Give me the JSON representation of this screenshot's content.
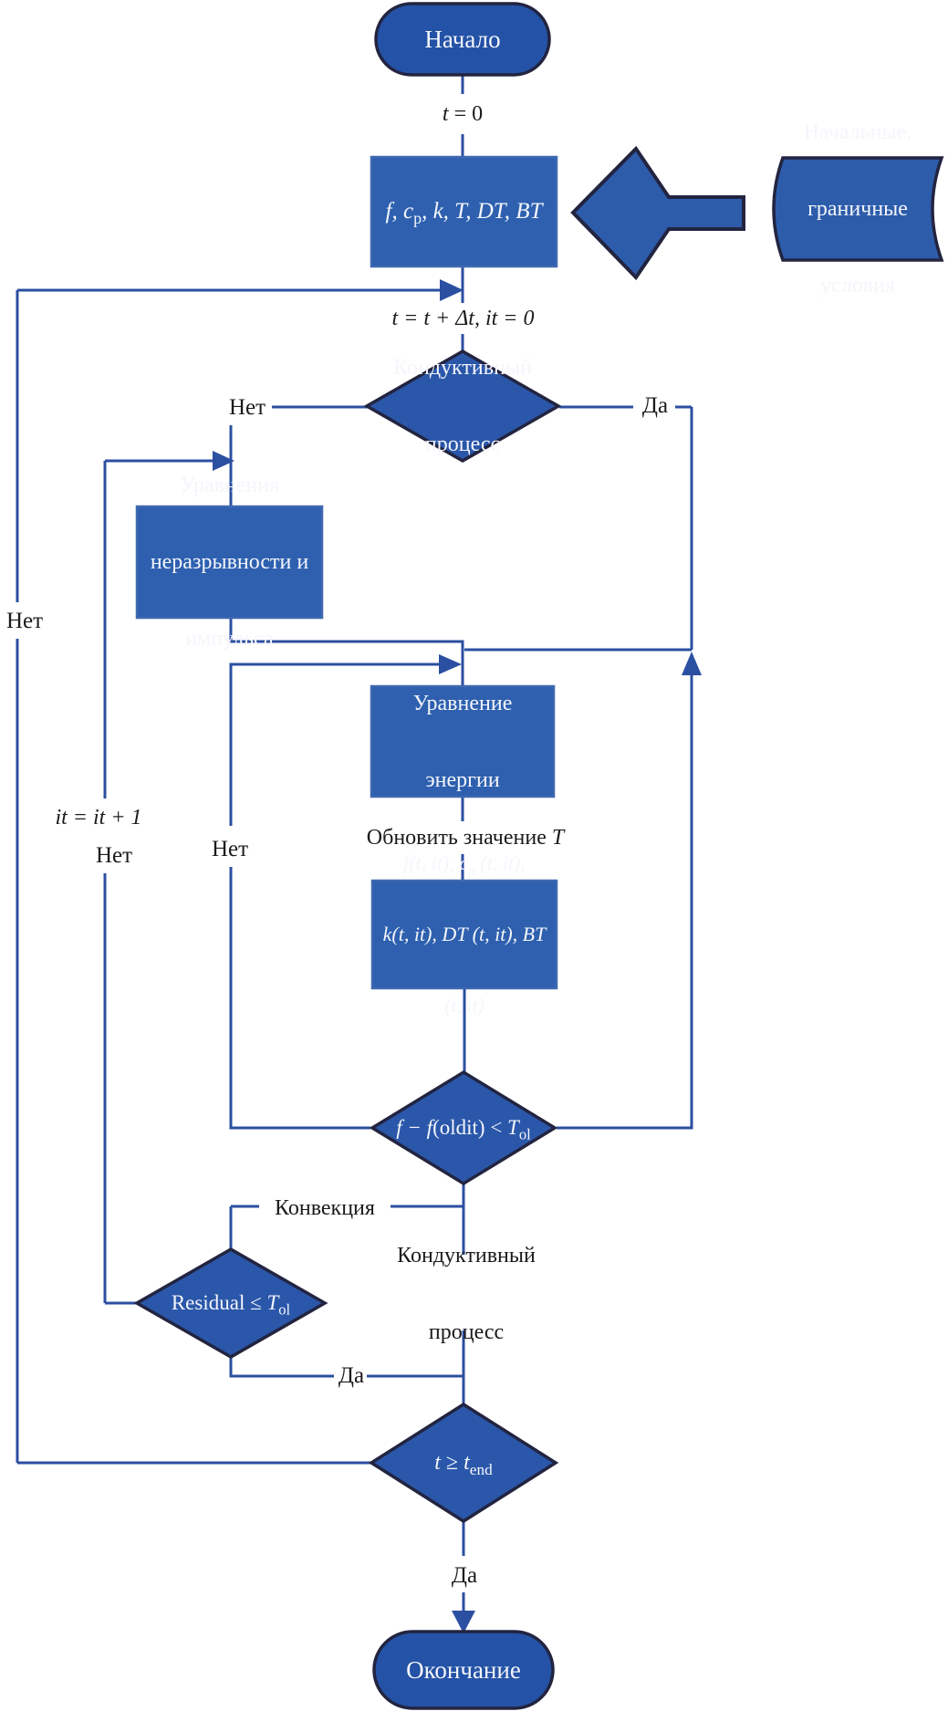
{
  "figure": {
    "kind": "flowchart",
    "language": "ru"
  },
  "colors": {
    "node_fill": "#2d5cab",
    "pill_fill": "#2452a6",
    "diamond_fill": "#2a57aa",
    "rect_fill": "#2e60af",
    "dark_outline": "#222440",
    "rect_border": "#3f69b0",
    "connector": "#2b4fa1",
    "node_text": "#f4f6fb",
    "label_text": "#1b1b1b",
    "background": "#ffffff"
  },
  "nodes": {
    "start": {
      "label": "Начало"
    },
    "init_vars": {
      "p1": "f, c",
      "sub": "p",
      "p2": ", k, T, DT, BT"
    },
    "input_data": {
      "lines": [
        "Начальные,",
        "граничные",
        "условия"
      ]
    },
    "decision_conductive": {
      "lines": [
        "Кондуктивный",
        "процесс"
      ]
    },
    "momentum": {
      "lines": [
        "Уравнения",
        "неразрывности и",
        "импульса"
      ]
    },
    "energy": {
      "lines": [
        "Уравнение",
        "энергии"
      ]
    },
    "update_props": {
      "l1a": "f(t, it), c",
      "l1sub": "p",
      "l1b": " (t, it),",
      "l2": "k(t, it), DT (t, it), BT",
      "l3": "(t, it)"
    },
    "decision_converged": {
      "a": "f − f",
      "b": "(oldit) < ",
      "c": "T",
      "sub": "ol"
    },
    "decision_residual": {
      "a": "Residual ≤ ",
      "c": "T",
      "sub": "ol"
    },
    "decision_time": {
      "a": "t ≥ t",
      "sub": "end"
    },
    "end": {
      "label": "Окончание"
    }
  },
  "labels": {
    "t0": {
      "a": "t",
      "b": " = 0"
    },
    "t_step": "t = t + Δt, it = 0",
    "update_T": {
      "a": "Обновить значение ",
      "b": "T"
    },
    "convection": "Конвекция",
    "conductive": {
      "lines": [
        "Кондуктивный",
        "процесс"
      ]
    },
    "iter": "it = it + 1",
    "yes1": "Да",
    "yes2": "Да",
    "yes3": "Да",
    "no1": "Нет",
    "no2": "Нет",
    "no3": "Нет",
    "no4": "Нет"
  }
}
